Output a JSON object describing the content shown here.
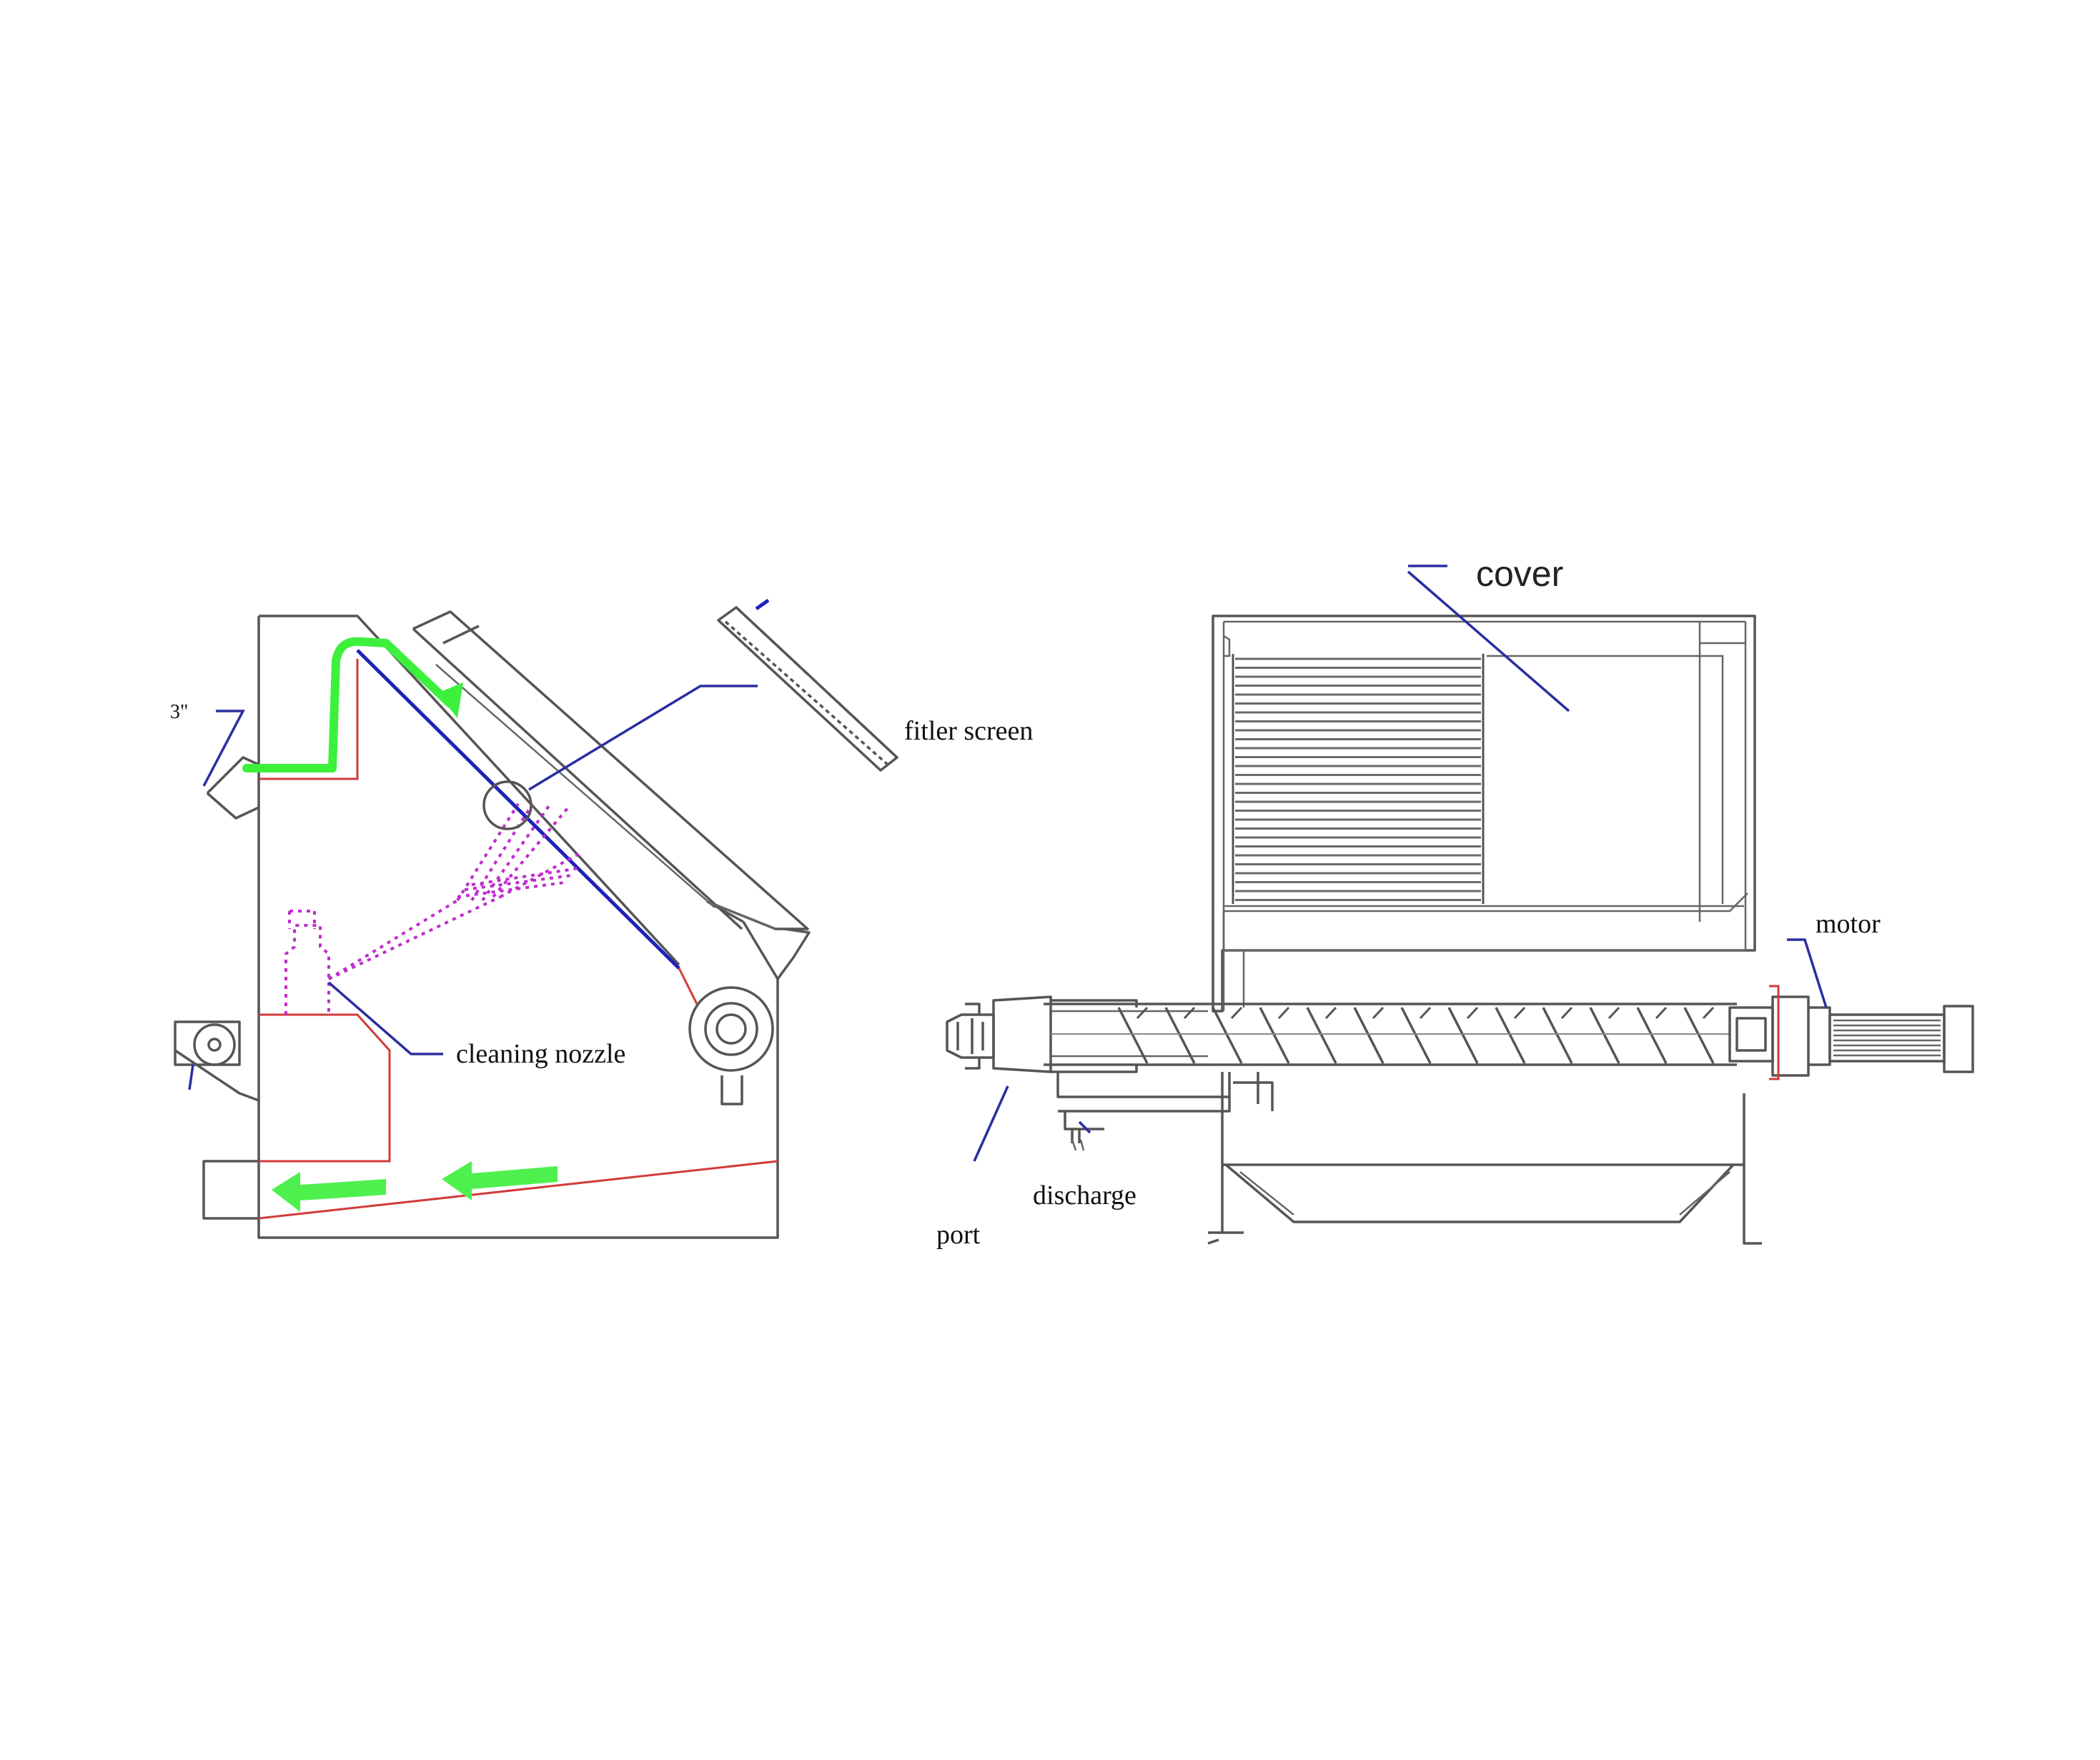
{
  "labels": {
    "inlet": "3\"",
    "filter_screen": "fitler screen",
    "cleaning_nozzle": "cleaning nozzle",
    "cover": "cover",
    "motor": "motor",
    "discharge": "discharge",
    "port": "port"
  },
  "colors": {
    "outline": "#555555",
    "leader": "#2a2ea0",
    "screen": "#1e23b8",
    "water_flow": "#3cf03c",
    "spray": "#c02ccf",
    "tank_edge": "#d23a3a"
  }
}
